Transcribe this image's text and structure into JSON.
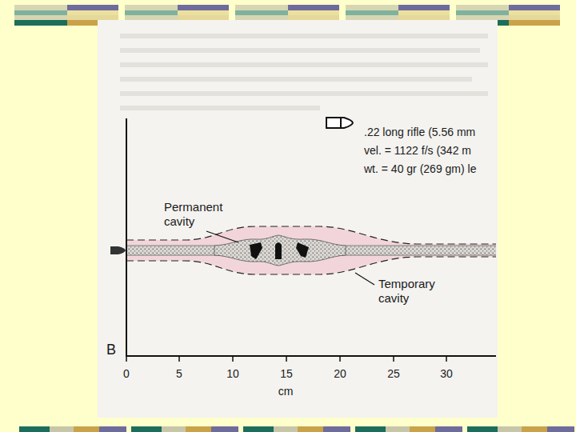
{
  "diagram": {
    "labels": [
      ".22 long rifle (5.56 mm",
      "vel. = 1122 f/s (342 m",
      "wt. = 40 gr (269 gm) le",
      "Permanent cavity",
      "Temporary cavity",
      "B",
      "0",
      "5",
      "10",
      "15",
      "20",
      "25",
      "30",
      "cm"
    ]
  }
}
